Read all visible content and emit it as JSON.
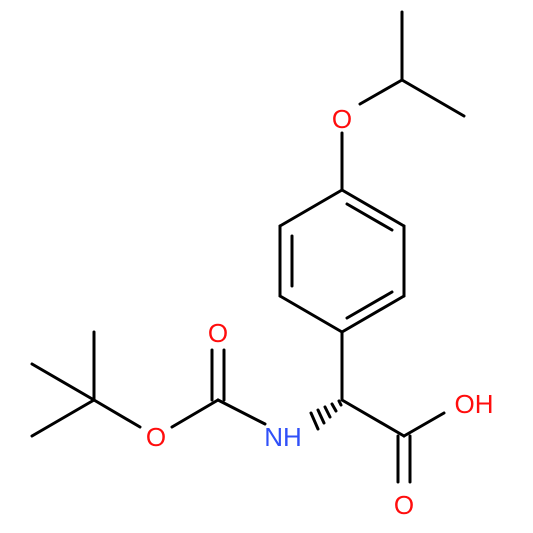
{
  "diagram": {
    "atoms": {
      "o_ether": "O",
      "n_amide": "NH",
      "o_carbonyl_boc": "O",
      "o_ester": "O",
      "oh_acid": "OH",
      "o_acid_carbonyl": "O"
    }
  },
  "colors": {
    "bond": "#000000",
    "oxygen": "#ff0d0d",
    "nitrogen": "#3050f8",
    "background": "#ffffff"
  }
}
